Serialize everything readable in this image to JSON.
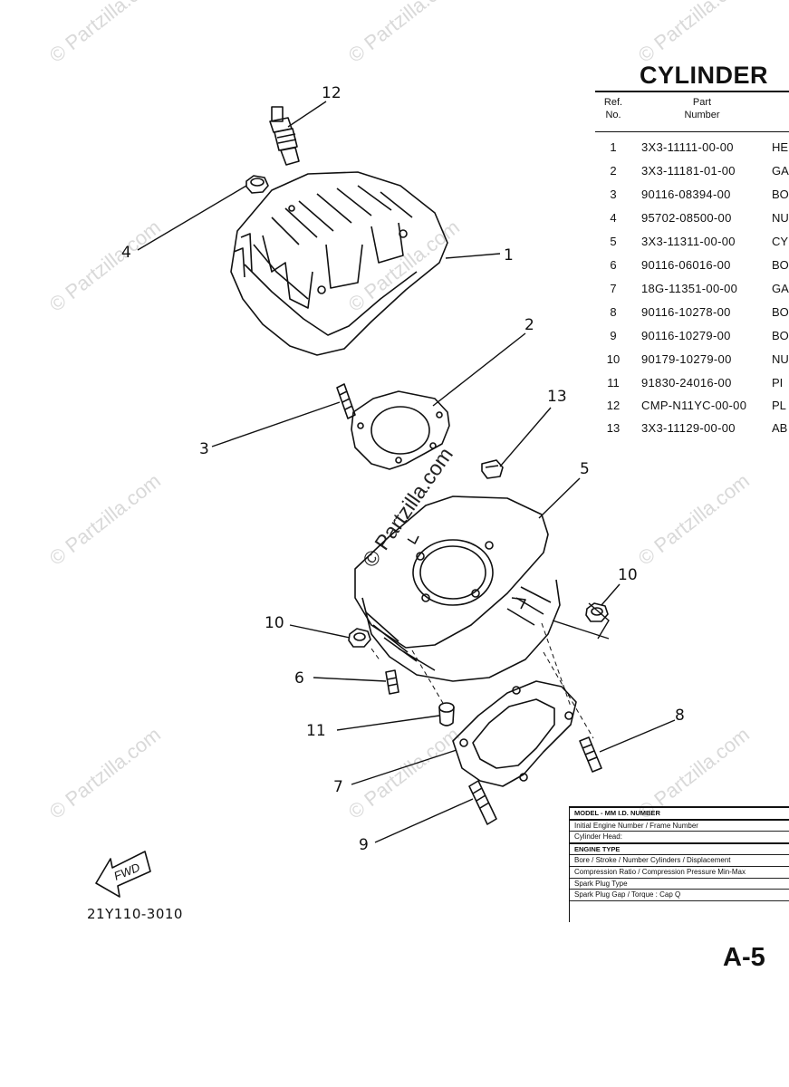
{
  "watermark": "© Partzilla.com",
  "title": "CYLINDER",
  "table": {
    "header_ref": "Ref.",
    "header_no": "No.",
    "header_part": "Part",
    "header_number": "Number",
    "rows": [
      {
        "ref": "1",
        "part": "3X3-11111-00-00",
        "desc": "HE"
      },
      {
        "ref": "2",
        "part": "3X3-11181-01-00",
        "desc": "GA"
      },
      {
        "ref": "3",
        "part": "90116-08394-00",
        "desc": "BO"
      },
      {
        "ref": "4",
        "part": "95702-08500-00",
        "desc": "NU"
      },
      {
        "ref": "5",
        "part": "3X3-11311-00-00",
        "desc": "CY"
      },
      {
        "ref": "6",
        "part": "90116-06016-00",
        "desc": "BO"
      },
      {
        "ref": "7",
        "part": "18G-11351-00-00",
        "desc": "GA"
      },
      {
        "ref": "8",
        "part": "90116-10278-00",
        "desc": "BO"
      },
      {
        "ref": "9",
        "part": "90116-10279-00",
        "desc": "BO"
      },
      {
        "ref": "10",
        "part": "90179-10279-00",
        "desc": "NU"
      },
      {
        "ref": "11",
        "part": "91830-24016-00",
        "desc": "PI"
      },
      {
        "ref": "12",
        "part": "CMP-N11YC-00-00",
        "desc": "PL"
      },
      {
        "ref": "13",
        "part": "3X3-11129-00-00",
        "desc": "AB"
      }
    ]
  },
  "callouts": [
    "12",
    "4",
    "1",
    "2",
    "13",
    "3",
    "5",
    "10",
    "10",
    "6",
    "8",
    "11",
    "7",
    "9"
  ],
  "fwd_label": "FWD",
  "figure_ref": "21Y110-3010",
  "spec": {
    "model_header": "MODEL - MM I.D. NUMBER",
    "line1": "Initial Engine Number / Frame Number",
    "line2": "Cylinder Head:",
    "engine_header": "ENGINE TYPE",
    "line3": "Bore / Stroke / Number Cylinders / Displacement",
    "line4": "Compression Ratio / Compression Pressure Min-Max",
    "line5": "Spark Plug Type",
    "line6": "Spark Plug Gap / Torque : Cap Q"
  },
  "page_number": "A-5"
}
